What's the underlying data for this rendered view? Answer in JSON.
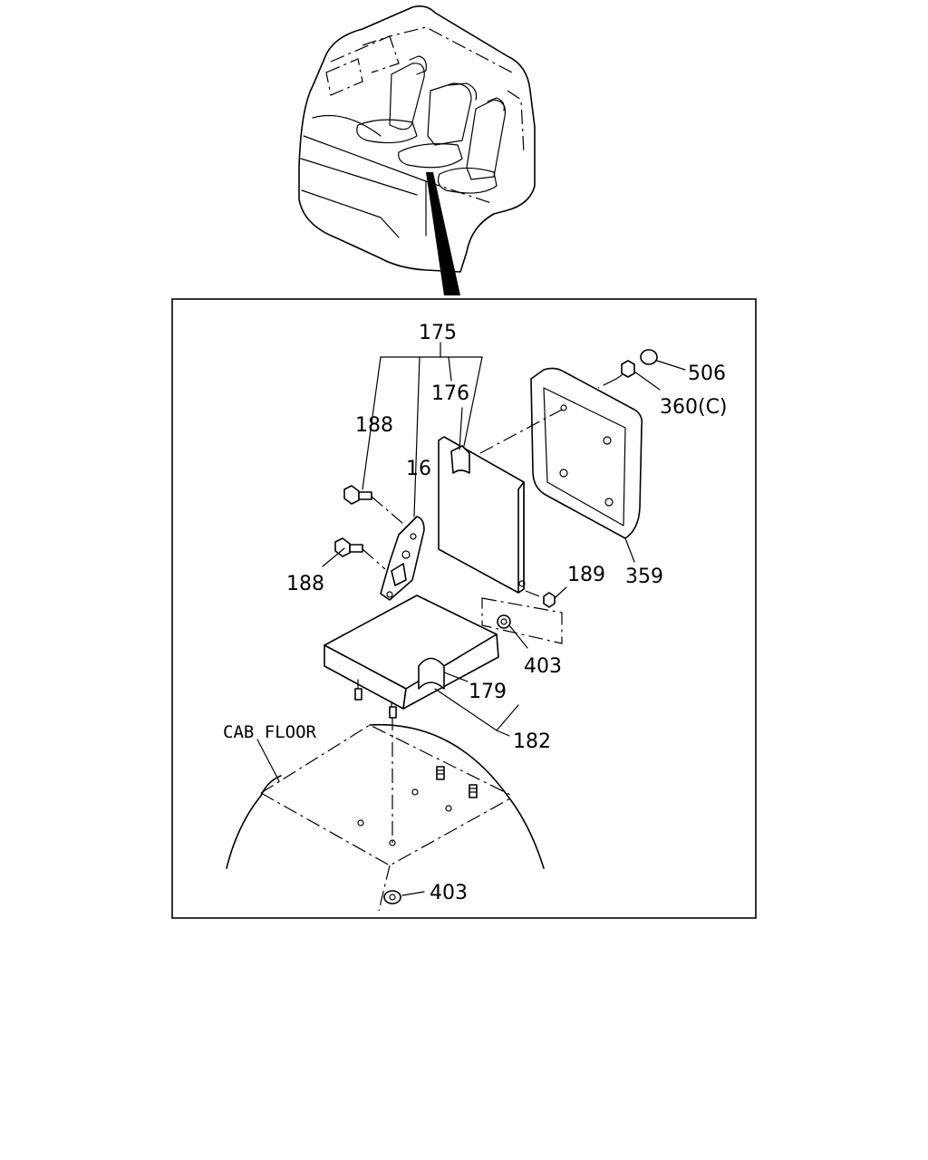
{
  "callouts": {
    "c175": "175",
    "c176": "176",
    "c188a": "188",
    "c188b": "188",
    "c16": "16",
    "c506": "506",
    "c360": "360(C)",
    "c359": "359",
    "c189": "189",
    "c403a": "403",
    "c179": "179",
    "c182": "182",
    "c403b": "403",
    "cab_floor": "CAB FLOOR"
  }
}
